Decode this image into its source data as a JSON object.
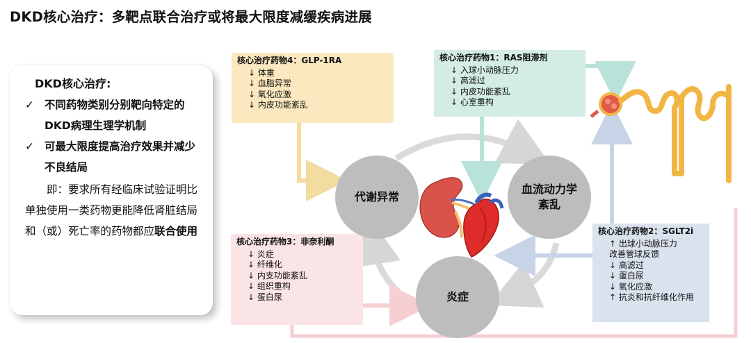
{
  "title": "DKD核心治疗：多靶点联合治疗或将最大限度减缓疾病进展",
  "left_panel": {
    "heading": "DKD核心治疗:",
    "bullets": [
      "不同药物类别分别靶向特定的DKD病理生理学机制",
      "可最大限度提高治疗效果并减少不良结局"
    ],
    "check_symbol": "✓",
    "note_line1": "即：要求所有经临床试验证明比单独使用一类药物更能降低肾脏结局和（或）死亡率的药物都应",
    "note_bold": "联合使用"
  },
  "boxes": {
    "drug4": {
      "title": "核心治疗药物4：GLP-1RA",
      "items": [
        "↓ 体重",
        "↓ 血脂异常",
        "↓ 氧化应激",
        "↓ 内皮功能紊乱"
      ]
    },
    "drug1": {
      "title": "核心治疗药物1：RAS阻滞剂",
      "items": [
        "↓ 入球小动脉压力",
        "↓ 高滤过",
        "↓ 内皮功能紊乱",
        "↓ 心室重构"
      ]
    },
    "drug3": {
      "title": "核心治疗药物3：非奈利酮",
      "items": [
        "↓ 炎症",
        "↓ 纤维化",
        "↓ 内支功能紊乱",
        "↓ 组织重构",
        "↓ 蛋白尿"
      ]
    },
    "drug2": {
      "title": "核心治疗药物2：SGLT2i",
      "items": [
        "↑ 出球小动脉压力",
        "改善管球反馈",
        "↓ 高滤过",
        "↓ 蛋白尿",
        "↓ 氧化应激",
        "↑ 抗炎和抗纤维化作用"
      ]
    }
  },
  "circles": {
    "metabolic": "代谢异常",
    "hemodynamic_line1": "血流动力学",
    "hemodynamic_line2": "紊乱",
    "inflammation": "炎症"
  },
  "colors": {
    "drug4_bg": "#fbe8bf",
    "drug1_bg": "#d3ece6",
    "drug3_bg": "#fae4e6",
    "drug2_bg": "#dae2ee",
    "circle": "#bdbdbd",
    "cycle_arrow": "#d9d9d9",
    "kidney": "#d9534a",
    "tubule": "#f2b544"
  }
}
